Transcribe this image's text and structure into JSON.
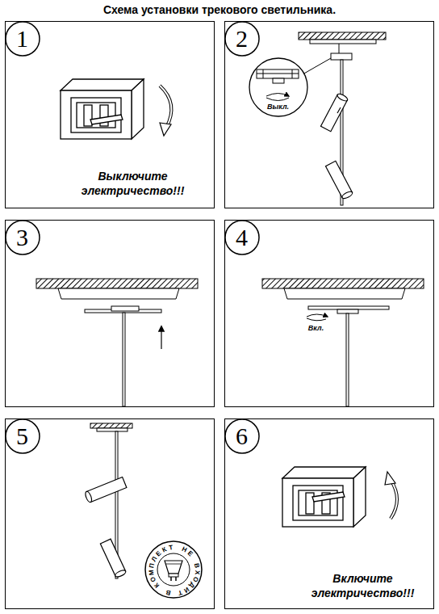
{
  "diagram": {
    "title": "Схема установки трекового светильника.",
    "nodes": [
      {
        "text": [
          "1",
          "Выключите электричество!!!"
        ]
      },
      {
        "text": [
          "2",
          "Выкл."
        ]
      },
      {
        "text": [
          "3"
        ]
      },
      {
        "text": [
          "4",
          "Вкл."
        ]
      },
      {
        "text": [
          "5",
          "В КОМПЛЕКТ НЕ ВХОДИТ"
        ]
      },
      {
        "text": [
          "6",
          "Включите электричество!!!"
        ]
      }
    ]
  }
}
